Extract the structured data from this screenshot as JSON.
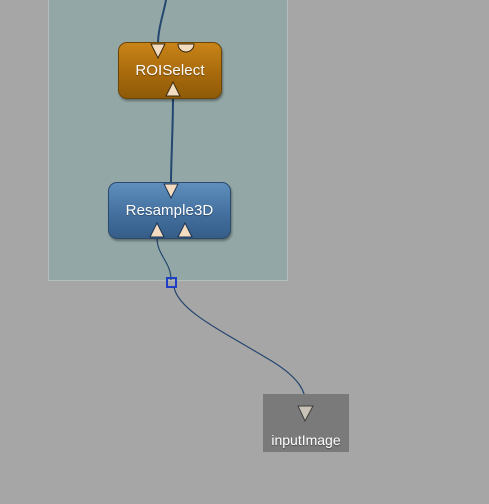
{
  "network": {
    "modules": {
      "roi_select": {
        "label": "ROISelect"
      },
      "resample3d": {
        "label": "Resample3D"
      }
    },
    "outputs": {
      "input_image": {
        "label": "inputImage"
      }
    }
  },
  "colors": {
    "canvas": "#a6a6a6",
    "group": "#93a8a6",
    "connection": "#24466f",
    "junction": "#1f3fc7",
    "roi_module": "#a86a0c",
    "resample_module": "#44709f",
    "connector_fill": "#f3dcc0"
  },
  "icons": {
    "input_connector": "triangle-down",
    "output_connector": "triangle-up",
    "field_connector": "half-circle"
  }
}
